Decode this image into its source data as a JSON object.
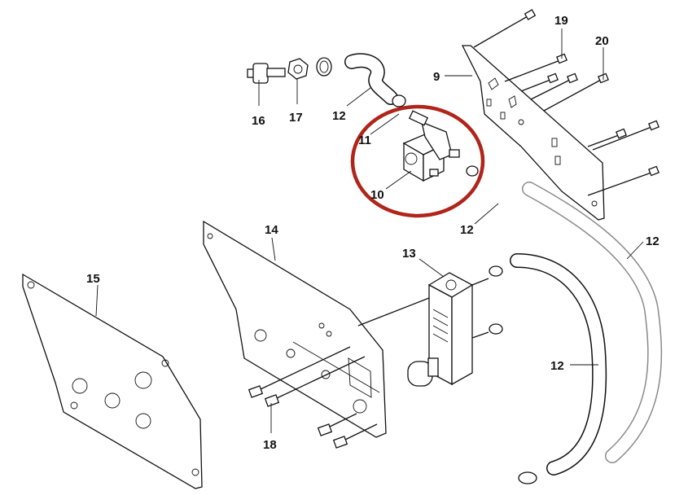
{
  "callouts": {
    "c9": "9",
    "c10": "10",
    "c11": "11",
    "c12_top": "12",
    "c12_mid": "12",
    "c12_right": "12",
    "c12_low": "12",
    "c13": "13",
    "c14": "14",
    "c15": "15",
    "c16": "16",
    "c17": "17",
    "c18": "18",
    "c19": "19",
    "c20": "20"
  },
  "colors": {
    "highlight_circle": "#b0241a",
    "line": "#111111",
    "grey_hose": "#8a8a8a"
  }
}
